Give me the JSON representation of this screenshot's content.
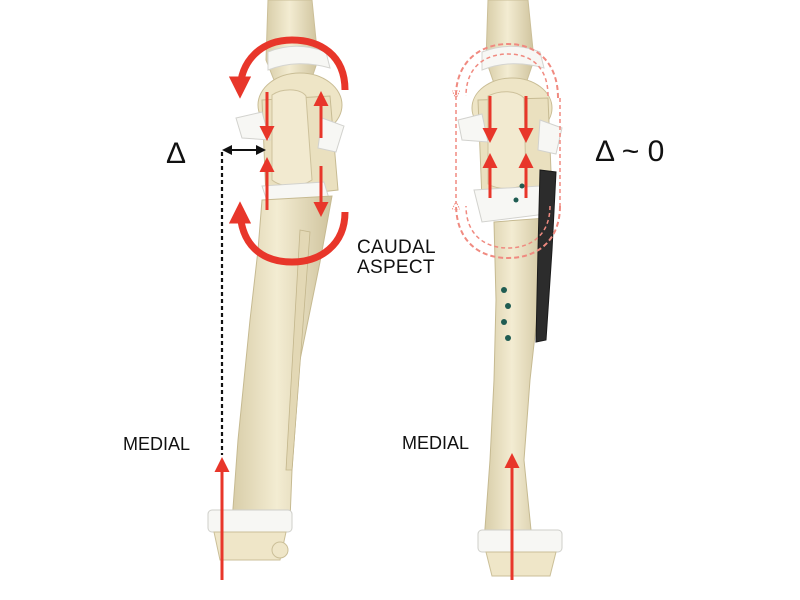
{
  "labels": {
    "delta_left": "Δ",
    "delta_right": "Δ ~ 0",
    "caudal_line1": "CAUDAL",
    "caudal_line2": "ASPECT",
    "medial_left": "MEDIAL",
    "medial_right": "MEDIAL"
  },
  "colors": {
    "arrow_red": "#e8362a",
    "dashed_red": "#f08a80",
    "bone": "#efe6c8",
    "bone_shadow": "#cbbf98",
    "ligament_white": "#f7f7f4",
    "screw_teal": "#1f5c52",
    "plate_dark": "#2c2c2c",
    "text": "#111111"
  }
}
